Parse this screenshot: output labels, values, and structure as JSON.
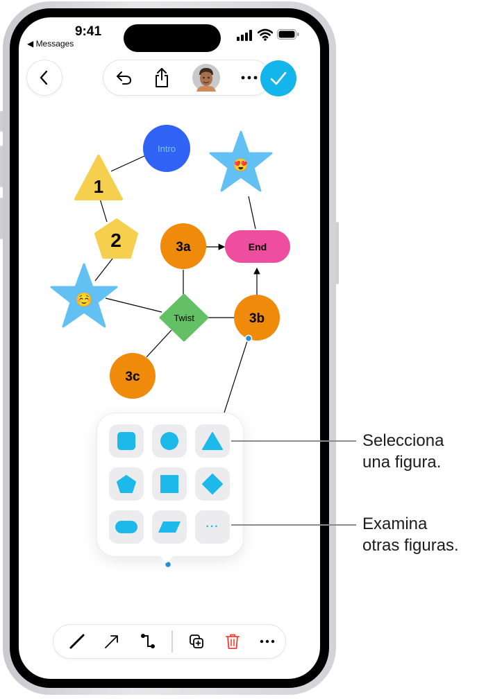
{
  "status_bar": {
    "time": "9:41",
    "back_app": "◀ Messages"
  },
  "canvas": {
    "nodes": [
      {
        "id": "intro",
        "label": "Intro",
        "shape": "circle",
        "color": "#2f62f5",
        "text_color": "#7fc6ff"
      },
      {
        "id": "one",
        "label": "1",
        "shape": "triangle",
        "color": "#f7cf4f"
      },
      {
        "id": "two",
        "label": "2",
        "shape": "pentagon",
        "color": "#f7cf4f"
      },
      {
        "id": "star-top",
        "label": "😍",
        "shape": "star",
        "color": "#62c1f2"
      },
      {
        "id": "star-left",
        "label": "☺️",
        "shape": "star",
        "color": "#62c1f2"
      },
      {
        "id": "three-a",
        "label": "3a",
        "shape": "circle",
        "color": "#f08a0b"
      },
      {
        "id": "end",
        "label": "End",
        "shape": "rounded-rect",
        "color": "#ee4ea0"
      },
      {
        "id": "twist",
        "label": "Twist",
        "shape": "diamond",
        "color": "#63c064"
      },
      {
        "id": "three-b",
        "label": "3b",
        "shape": "circle",
        "color": "#f08a0b"
      },
      {
        "id": "three-c",
        "label": "3c",
        "shape": "circle",
        "color": "#f08a0b"
      }
    ],
    "selection_color": "#2891d8"
  },
  "shape_picker": {
    "shape_color": "#1cb9ea",
    "tile_color": "#ececef",
    "shapes": [
      "square",
      "circle",
      "triangle",
      "pentagon",
      "square",
      "diamond",
      "pill",
      "parallelogram",
      "more"
    ],
    "more_label": "···"
  },
  "bottom_toolbar": {
    "items": [
      "line-icon",
      "arrow-icon",
      "connector-icon",
      "duplicate-icon",
      "trash-icon",
      "more-icon"
    ],
    "more_label": "···",
    "trash_color": "#ff3b30"
  },
  "callouts": [
    {
      "line1": "Selecciona",
      "line2": "una figura."
    },
    {
      "line1": "Examina",
      "line2": "otras figuras."
    }
  ]
}
